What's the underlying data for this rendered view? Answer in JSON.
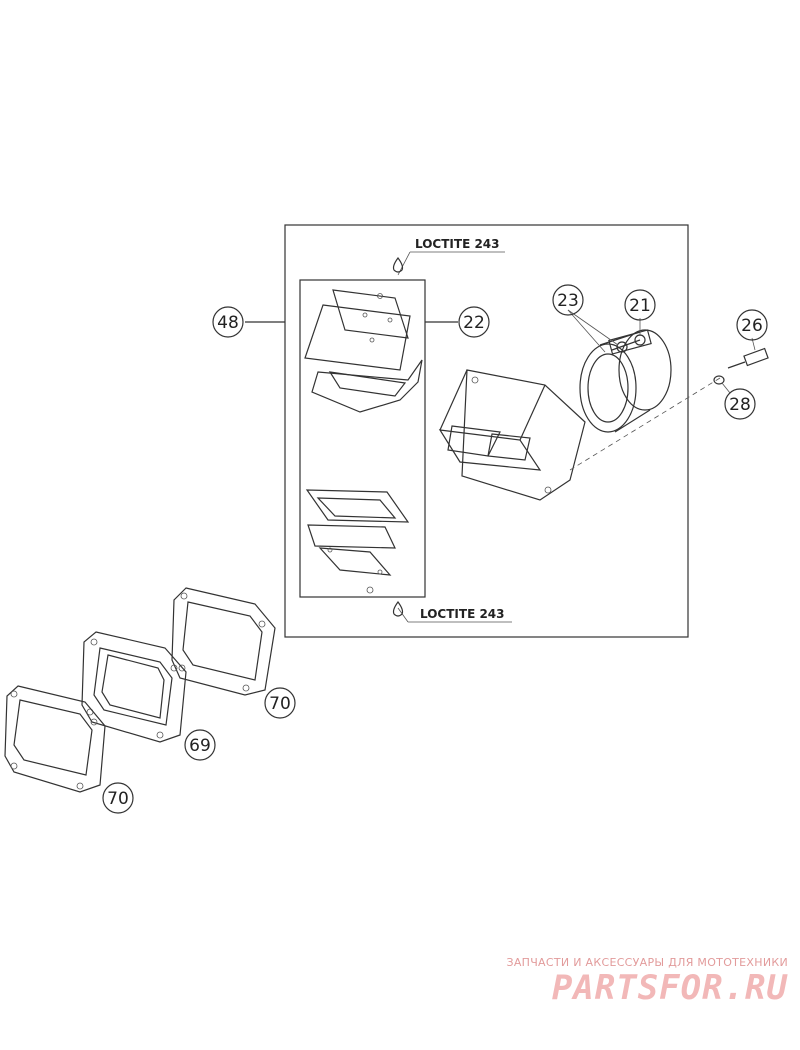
{
  "callouts": {
    "c48": "48",
    "c22": "22",
    "c23": "23",
    "c21": "21",
    "c26": "26",
    "c28": "28",
    "c70a": "70",
    "c69": "69",
    "c70b": "70"
  },
  "notes": {
    "loctite_top": "LOCTITE 243",
    "loctite_bottom": "LOCTITE 243"
  },
  "watermark": {
    "tagline": "ЗАПЧАСТИ И АКСЕССУАРЫ ДЛЯ МОТОТЕХНИКИ",
    "logo_text": "PARTSFOR.RU",
    "color": "#f2b8b8"
  }
}
